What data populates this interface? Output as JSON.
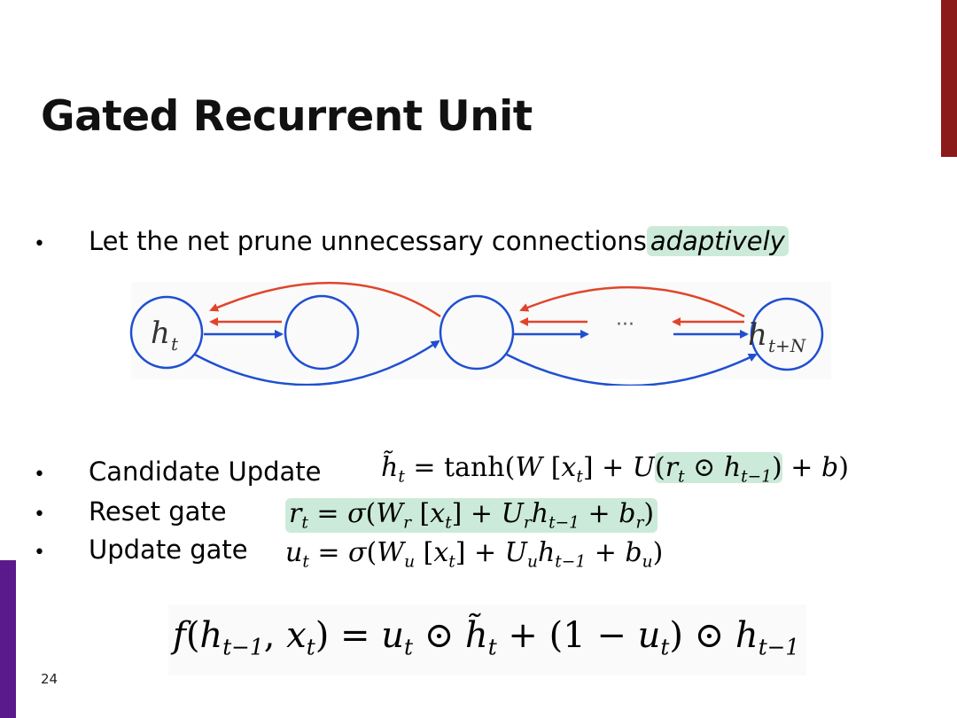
{
  "slide": {
    "title": "Gated Recurrent Unit",
    "page_number": "24"
  },
  "bullets": {
    "first": {
      "text": "Let the net prune unnecessary connections ",
      "highlight": "adaptively"
    },
    "candidate_label": "Candidate Update",
    "reset_label": "Reset gate",
    "update_label": "Update gate",
    "marker": "•"
  },
  "diagram": {
    "start_node_label": "h",
    "start_node_sub": "t",
    "end_node_label": "h",
    "end_node_sub": "t+N",
    "ellipsis": "···"
  },
  "colors": {
    "red_arrow": "#e0452b",
    "blue_arrow": "#1f4fd1",
    "highlight": "#ccead9",
    "accent_right": "#8b1a1a",
    "accent_left": "#5b1a8b"
  }
}
